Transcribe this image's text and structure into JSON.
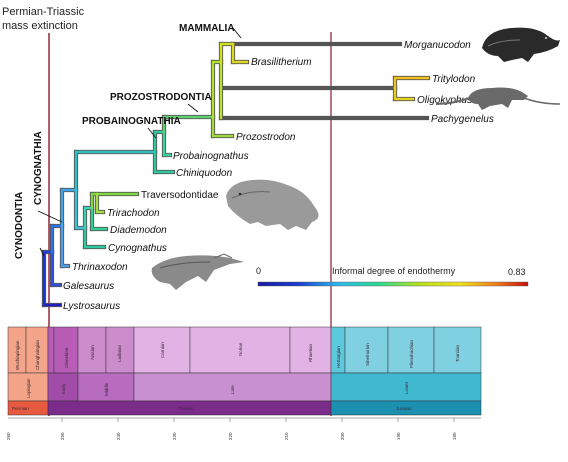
{
  "extinction_label": [
    "Permian-Triassic",
    "mass extinction"
  ],
  "clades": {
    "cynodontia": "CYNODONTIA",
    "cynognathia": "CYNOGNATHIA",
    "probainognathia": "PROBAINOGNATHIA",
    "prozostrodontia": "PROZOSTRODONTIA",
    "mammalia": "MAMMALIA"
  },
  "taxa": {
    "lystrosaurus": "Lystrosaurus",
    "galesaurus": "Galesaurus",
    "thrinaxodon": "Thrinaxodon",
    "cynognathus": "Cynognathus",
    "diademodon": "Diademodon",
    "trirachodon": "Trirachodon",
    "traversodontidae": "Traversodontidae",
    "chiniquodon": "Chiniquodon",
    "probainognathus": "Probainognathus",
    "prozostrodon": "Prozostrodon",
    "pachygenelus": "Pachygenelus",
    "oligokyphus": "Oligokyphus",
    "tritylodon": "Tritylodon",
    "brasilitherium": "Brasilitherium",
    "morganucodon": "Morganucodon"
  },
  "legend": {
    "title": "Informal degree of endothermy",
    "min": "0",
    "max": "0.83"
  },
  "timescale": {
    "stages": [
      "Wuchiapingian",
      "Changhsingian",
      "Olenekian",
      "Anisian",
      "Ladinian",
      "Carnian",
      "Norian",
      "Rhaetian",
      "Hettangian",
      "Sinemurian",
      "Pliensbachian",
      "Toarcian"
    ],
    "epochs": [
      "Lopingian",
      "Early",
      "Middle",
      "Late",
      "Lower"
    ],
    "periods": [
      "Permian",
      "Triassic",
      "Jurassic"
    ],
    "ticks": [
      "260",
      "250",
      "240",
      "230",
      "220",
      "210",
      "200",
      "190",
      "180"
    ]
  },
  "colors": {
    "extinction_line": "#8b1a2e",
    "permian": "#f4a488",
    "triassic_stage": "#e2b2e4",
    "triassic_epoch": "#c07cc8",
    "triassic_period": "#7b2b8a",
    "jurassic_stage": "#7fd0e0",
    "jurassic_epoch": "#40b8d0",
    "jurassic_period": "#1b90b0"
  }
}
